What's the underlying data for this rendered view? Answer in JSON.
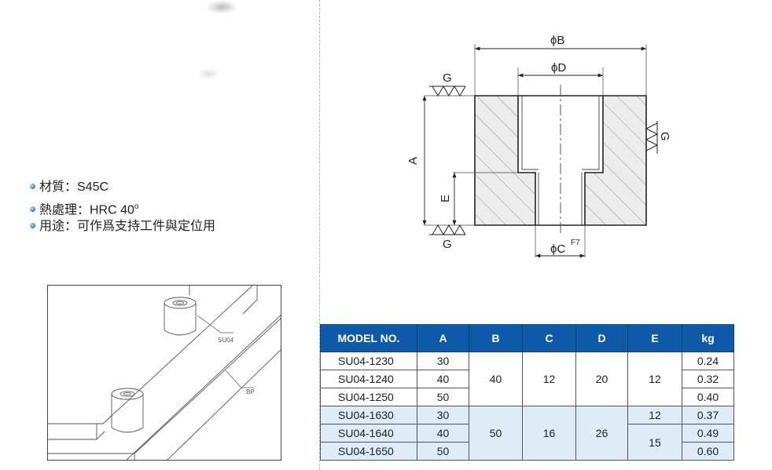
{
  "specs": [
    {
      "label": "材質：S45C"
    },
    {
      "label": "熱處理：HRC 40",
      "sup": "o"
    },
    {
      "label": "用途：可作爲支持工件與定位用"
    }
  ],
  "iso_labels": {
    "part": "SU04",
    "plate": "BP"
  },
  "drawing_labels": {
    "B": "ϕB",
    "D": "ϕD",
    "C": "ϕC",
    "C_tol": "F7",
    "A": "A",
    "E": "E",
    "G": "G"
  },
  "table": {
    "headers": [
      "MODEL NO.",
      "A",
      "B",
      "C",
      "D",
      "E",
      "kg"
    ],
    "rows": [
      {
        "model": "SU04-1230",
        "A": "30",
        "B": "40",
        "C": "12",
        "D": "20",
        "E": "12",
        "kg": "0.24"
      },
      {
        "model": "SU04-1240",
        "A": "40",
        "kg": "0.32"
      },
      {
        "model": "SU04-1250",
        "A": "50",
        "kg": "0.40"
      },
      {
        "model": "SU04-1630",
        "A": "30",
        "B": "50",
        "C": "16",
        "D": "26",
        "E": "12",
        "kg": "0.37"
      },
      {
        "model": "SU04-1640",
        "A": "40",
        "E": "15",
        "kg": "0.49"
      },
      {
        "model": "SU04-1650",
        "A": "50",
        "kg": "0.60"
      }
    ]
  }
}
